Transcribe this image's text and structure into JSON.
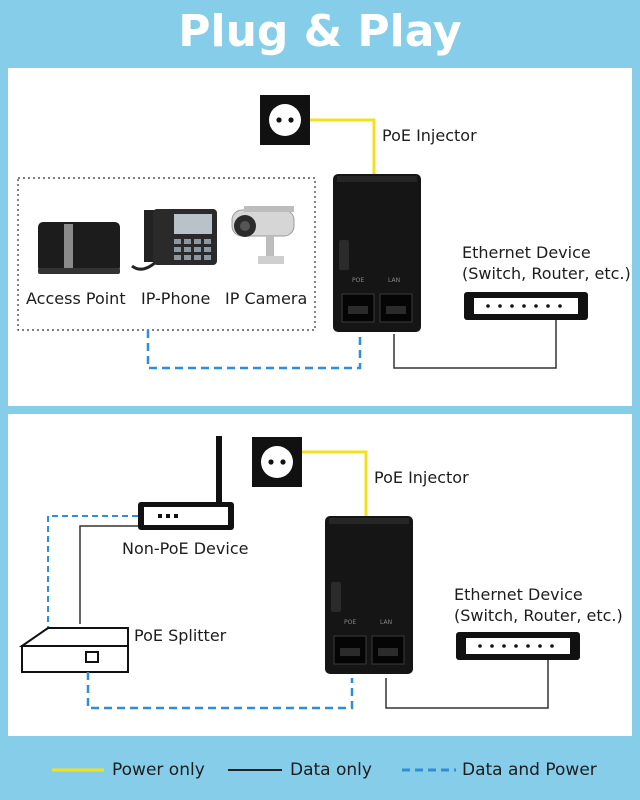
{
  "title": "Plug & Play",
  "top": {
    "injector_label": "PoE Injector",
    "devices": [
      "Access Point",
      "IP-Phone",
      "IP Camera"
    ],
    "ethernet_label_1": "Ethernet Device",
    "ethernet_label_2": "(Switch, Router, etc.)",
    "port_label_poe": "POE",
    "port_label_lan": "LAN"
  },
  "bottom": {
    "injector_label": "PoE Injector",
    "non_poe_label": "Non-PoE Device",
    "splitter_label": "PoE Splitter",
    "ethernet_label_1": "Ethernet Device",
    "ethernet_label_2": "(Switch, Router, etc.)",
    "port_label_poe": "POE",
    "port_label_lan": "LAN"
  },
  "legend": {
    "power": "Power only",
    "data": "Data only",
    "data_power": "Data and Power"
  },
  "colors": {
    "background": "#86cdea",
    "power_line": "#f2e21b",
    "data_line": "#222222",
    "data_power_line": "#2f8fd6"
  }
}
